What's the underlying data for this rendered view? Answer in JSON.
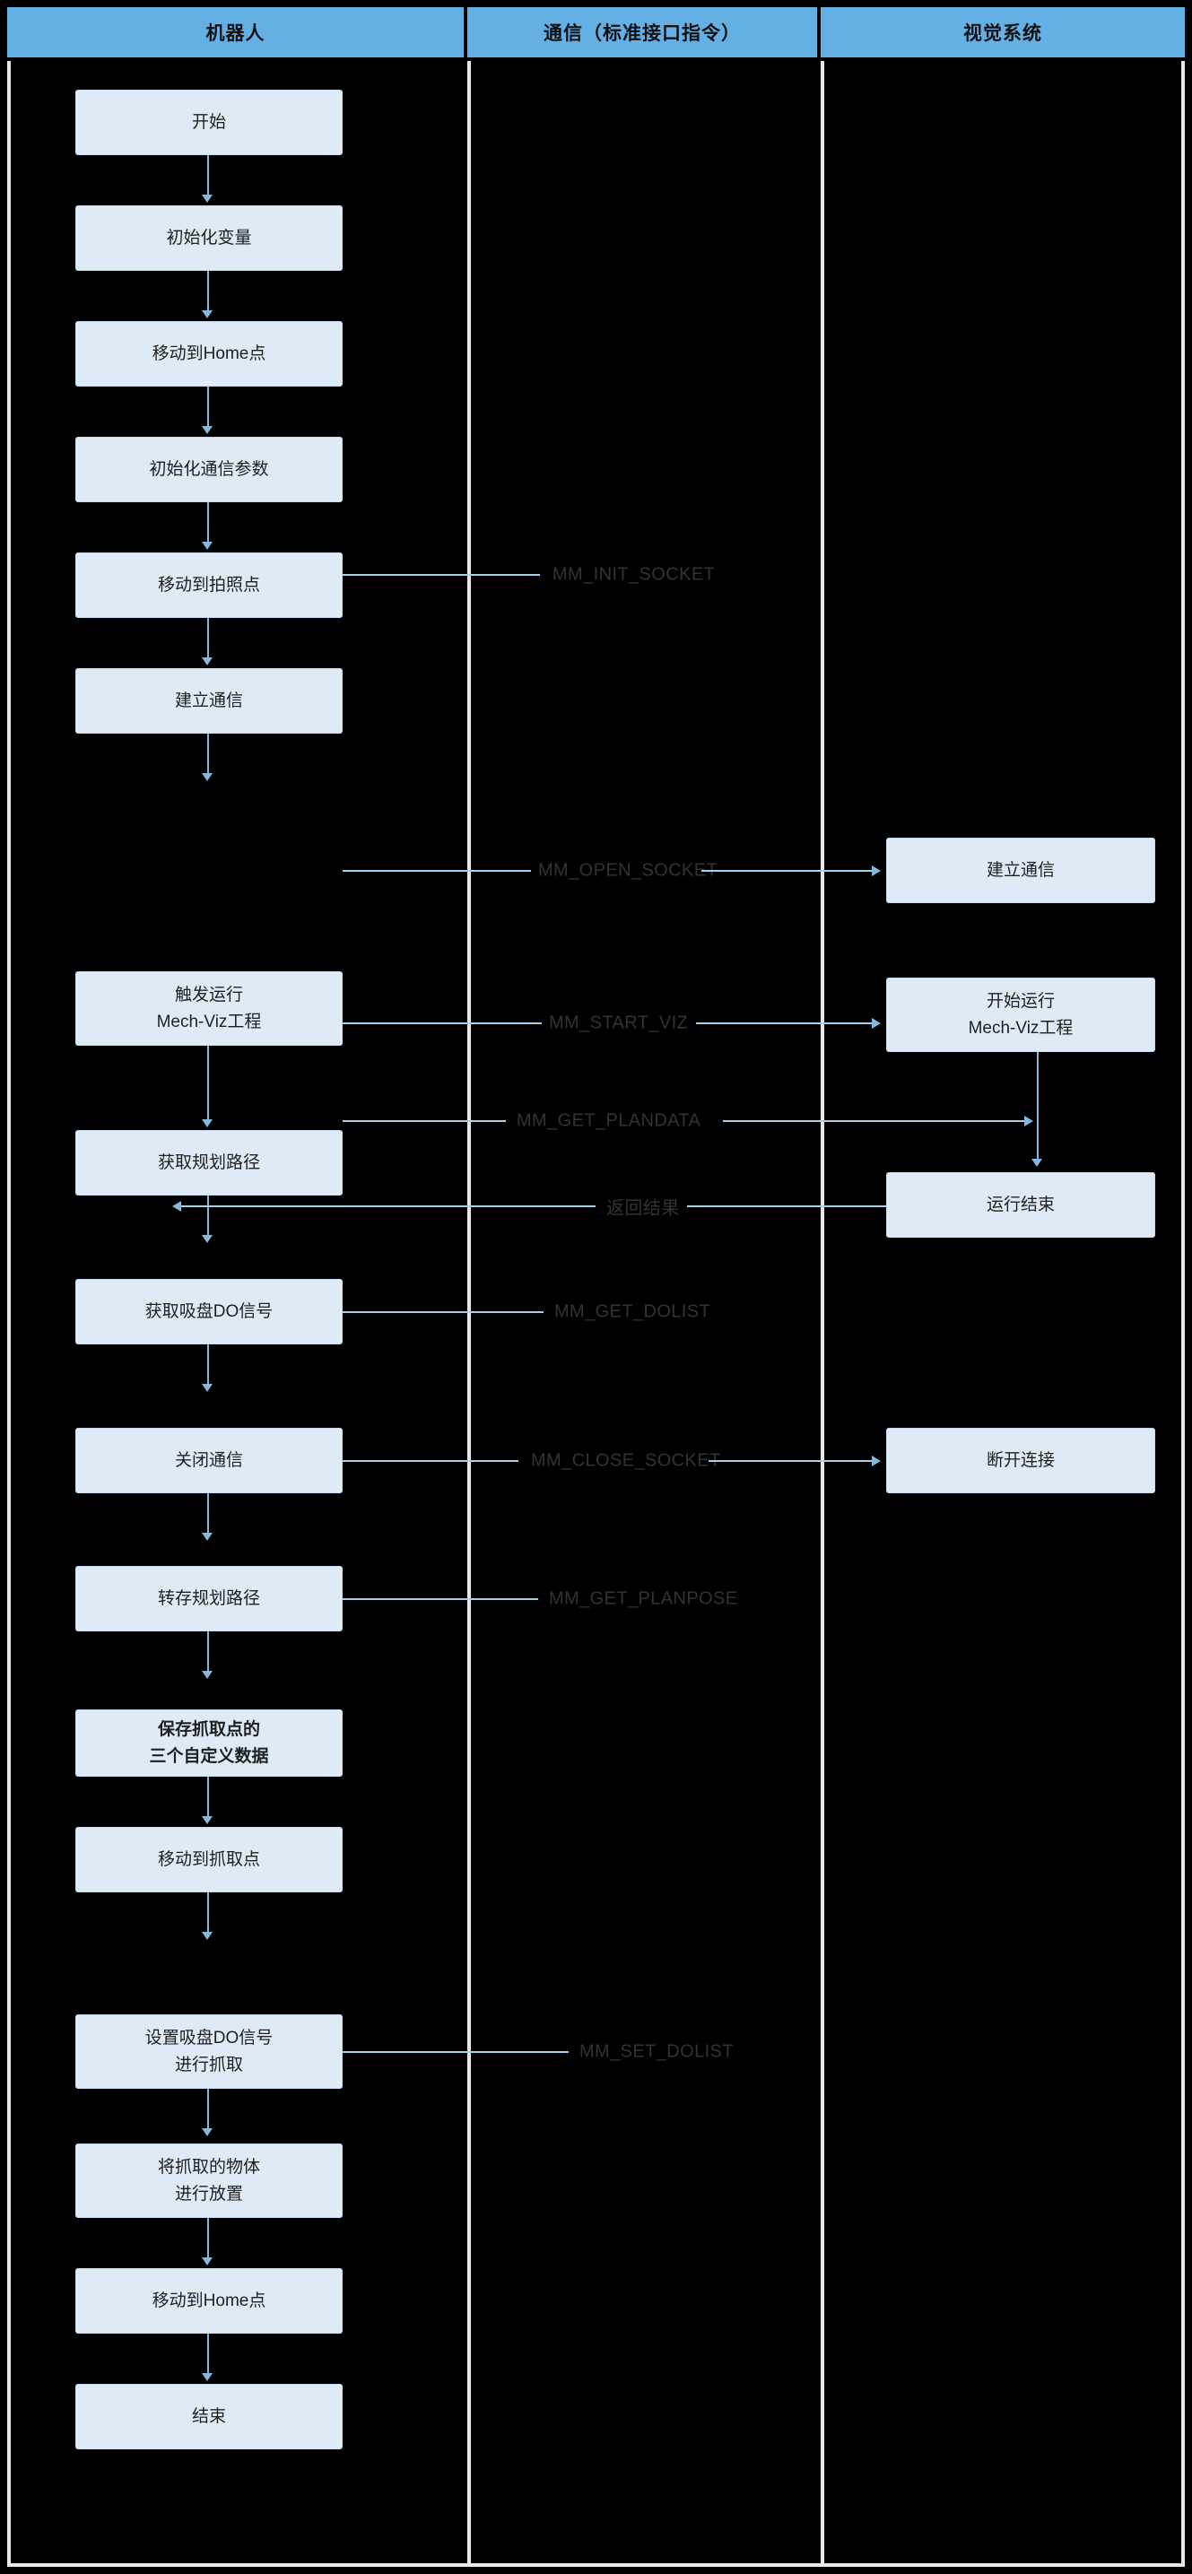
{
  "lanes": [
    {
      "id": "robot",
      "label": "机器人"
    },
    {
      "id": "comm",
      "label": "通信（标准接口指令）"
    },
    {
      "id": "vision",
      "label": "视觉系统"
    }
  ],
  "colors": {
    "lane_header_bg": "#64afe4",
    "node_fill": "#deebf7",
    "node_border": "#c6dbef",
    "connector": "#86b8de",
    "background": "#000000",
    "divider": "#e8e8e8",
    "command_text": "#333333"
  },
  "robot_nodes": [
    {
      "id": "start",
      "lines": [
        "开始"
      ]
    },
    {
      "id": "init-vars",
      "lines": [
        "初始化变量"
      ]
    },
    {
      "id": "move-home-1",
      "lines": [
        "移动到Home点"
      ]
    },
    {
      "id": "init-comm-params",
      "lines": [
        "初始化通信参数"
      ]
    },
    {
      "id": "move-capture-point",
      "lines": [
        "移动到拍照点"
      ]
    },
    {
      "id": "open-comm",
      "lines": [
        "建立通信"
      ]
    },
    {
      "id": "trigger-mechviz",
      "lines": [
        "触发运行",
        "Mech-Viz工程"
      ]
    },
    {
      "id": "get-plan-path",
      "lines": [
        "获取规划路径"
      ]
    },
    {
      "id": "get-suction-do",
      "lines": [
        "获取吸盘DO信号"
      ]
    },
    {
      "id": "close-comm",
      "lines": [
        "关闭通信"
      ]
    },
    {
      "id": "store-plan-path",
      "lines": [
        "转存规划路径"
      ]
    },
    {
      "id": "save-custom-data",
      "lines": [
        "保存抓取点的",
        "三个自定义数据"
      ],
      "bold": true
    },
    {
      "id": "move-pick-point",
      "lines": [
        "移动到抓取点"
      ]
    },
    {
      "id": "set-suction-do",
      "lines": [
        "设置吸盘DO信号",
        "进行抓取"
      ]
    },
    {
      "id": "place-object",
      "lines": [
        "将抓取的物体",
        "进行放置"
      ]
    },
    {
      "id": "move-home-2",
      "lines": [
        "移动到Home点"
      ]
    },
    {
      "id": "end",
      "lines": [
        "结束"
      ]
    }
  ],
  "vision_nodes": [
    {
      "id": "vision-open-comm",
      "lines": [
        "建立通信"
      ]
    },
    {
      "id": "vision-run-mechviz",
      "lines": [
        "开始运行",
        "Mech-Viz工程"
      ]
    },
    {
      "id": "vision-run-finished",
      "lines": [
        "运行结束"
      ]
    },
    {
      "id": "vision-disconnect",
      "lines": [
        "断开连接"
      ]
    }
  ],
  "commands": [
    {
      "id": "mm-init-socket",
      "label": "MM_INIT_SOCKET",
      "direction": "right",
      "to_vision": false
    },
    {
      "id": "mm-open-socket",
      "label": "MM_OPEN_SOCKET",
      "direction": "right",
      "to_vision": true
    },
    {
      "id": "mm-start-viz",
      "label": "MM_START_VIZ",
      "direction": "right",
      "to_vision": true
    },
    {
      "id": "mm-get-plandata",
      "label": "MM_GET_PLANDATA",
      "direction": "right",
      "to_vision": true
    },
    {
      "id": "return-result",
      "label": "返回结果",
      "direction": "left",
      "to_vision": true
    },
    {
      "id": "mm-get-dolist",
      "label": "MM_GET_DOLIST",
      "direction": "right",
      "to_vision": false
    },
    {
      "id": "mm-close-socket",
      "label": "MM_CLOSE_SOCKET",
      "direction": "right",
      "to_vision": true
    },
    {
      "id": "mm-get-planpose",
      "label": "MM_GET_PLANPOSE",
      "direction": "right",
      "to_vision": false
    },
    {
      "id": "mm-set-dolist",
      "label": "MM_SET_DOLIST",
      "direction": "right",
      "to_vision": false
    }
  ],
  "chart_data": {
    "type": "diagram",
    "diagram_type": "swimlane-flowchart",
    "title": "",
    "lane_names": [
      "机器人",
      "通信（标准接口指令）",
      "视觉系统"
    ],
    "sequence": [
      {
        "step": 1,
        "lane": "robot",
        "text": "开始"
      },
      {
        "step": 2,
        "lane": "robot",
        "text": "初始化变量"
      },
      {
        "step": 3,
        "lane": "robot",
        "text": "移动到Home点"
      },
      {
        "step": 4,
        "lane": "robot",
        "text": "初始化通信参数",
        "command": "MM_INIT_SOCKET"
      },
      {
        "step": 5,
        "lane": "robot",
        "text": "移动到拍照点"
      },
      {
        "step": 6,
        "lane": "robot",
        "text": "建立通信",
        "command": "MM_OPEN_SOCKET",
        "vision": "建立通信"
      },
      {
        "step": 7,
        "lane": "robot",
        "text": "触发运行 Mech-Viz工程",
        "command": "MM_START_VIZ",
        "vision": "开始运行 Mech-Viz工程"
      },
      {
        "step": 8,
        "lane": "robot",
        "text": "获取规划路径",
        "command": "MM_GET_PLANDATA",
        "vision": "运行结束",
        "reply": "返回结果"
      },
      {
        "step": 9,
        "lane": "robot",
        "text": "获取吸盘DO信号",
        "command": "MM_GET_DOLIST"
      },
      {
        "step": 10,
        "lane": "robot",
        "text": "关闭通信",
        "command": "MM_CLOSE_SOCKET",
        "vision": "断开连接"
      },
      {
        "step": 11,
        "lane": "robot",
        "text": "转存规划路径",
        "command": "MM_GET_PLANPOSE"
      },
      {
        "step": 12,
        "lane": "robot",
        "text": "保存抓取点的 三个自定义数据",
        "emphasis": true
      },
      {
        "step": 13,
        "lane": "robot",
        "text": "移动到抓取点"
      },
      {
        "step": 14,
        "lane": "robot",
        "text": "设置吸盘DO信号 进行抓取",
        "command": "MM_SET_DOLIST"
      },
      {
        "step": 15,
        "lane": "robot",
        "text": "将抓取的物体 进行放置"
      },
      {
        "step": 16,
        "lane": "robot",
        "text": "移动到Home点"
      },
      {
        "step": 17,
        "lane": "robot",
        "text": "结束"
      }
    ]
  }
}
